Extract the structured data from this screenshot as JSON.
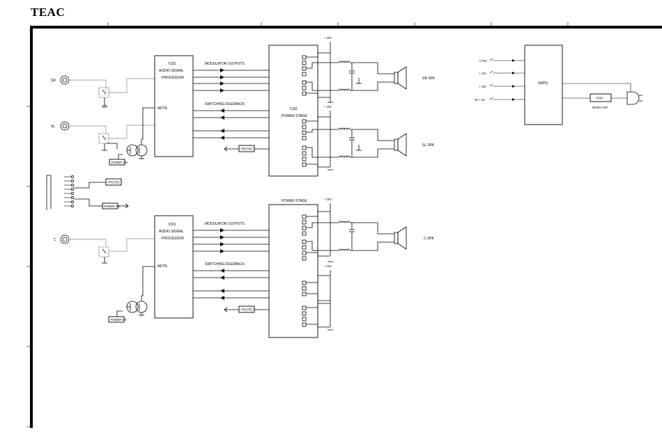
{
  "brand": "TEAC",
  "channels": {
    "sr": {
      "jack": "SR",
      "speaker": "SR SPK"
    },
    "sl": {
      "jack": "SL",
      "speaker": "SL SPK"
    },
    "c": {
      "jack": "C",
      "speaker": "C SPK"
    }
  },
  "ic1": {
    "ref": "IC81",
    "line1": "AUDIO SIGNAL",
    "line2": "PROCESSOR",
    "mute": "MUTE"
  },
  "ic1b": {
    "ref": "IC81",
    "line1": "AUDIO SIGNAL",
    "line2": "PROCESSOR",
    "mute": "MUTE"
  },
  "ic2": {
    "ref": "IC82",
    "line1": "POWER STAGE"
  },
  "ic3": {
    "line1": "POWER STAGE"
  },
  "signals": {
    "modulator_outputs": "MODULATOR OUTPUTS",
    "switching_feedback": "SWITCHING FEEDBACK"
  },
  "labels": {
    "protect": "PROTECT",
    "power_on": "POWER ON",
    "plus20v": "+ 20V"
  },
  "smps": {
    "title": "SMPS",
    "inputs": [
      "CTRL",
      "+ 12V",
      "+ 20V",
      "SF + 5V"
    ],
    "switch_box": "STBY",
    "switch_label": "MCMS S/W"
  }
}
